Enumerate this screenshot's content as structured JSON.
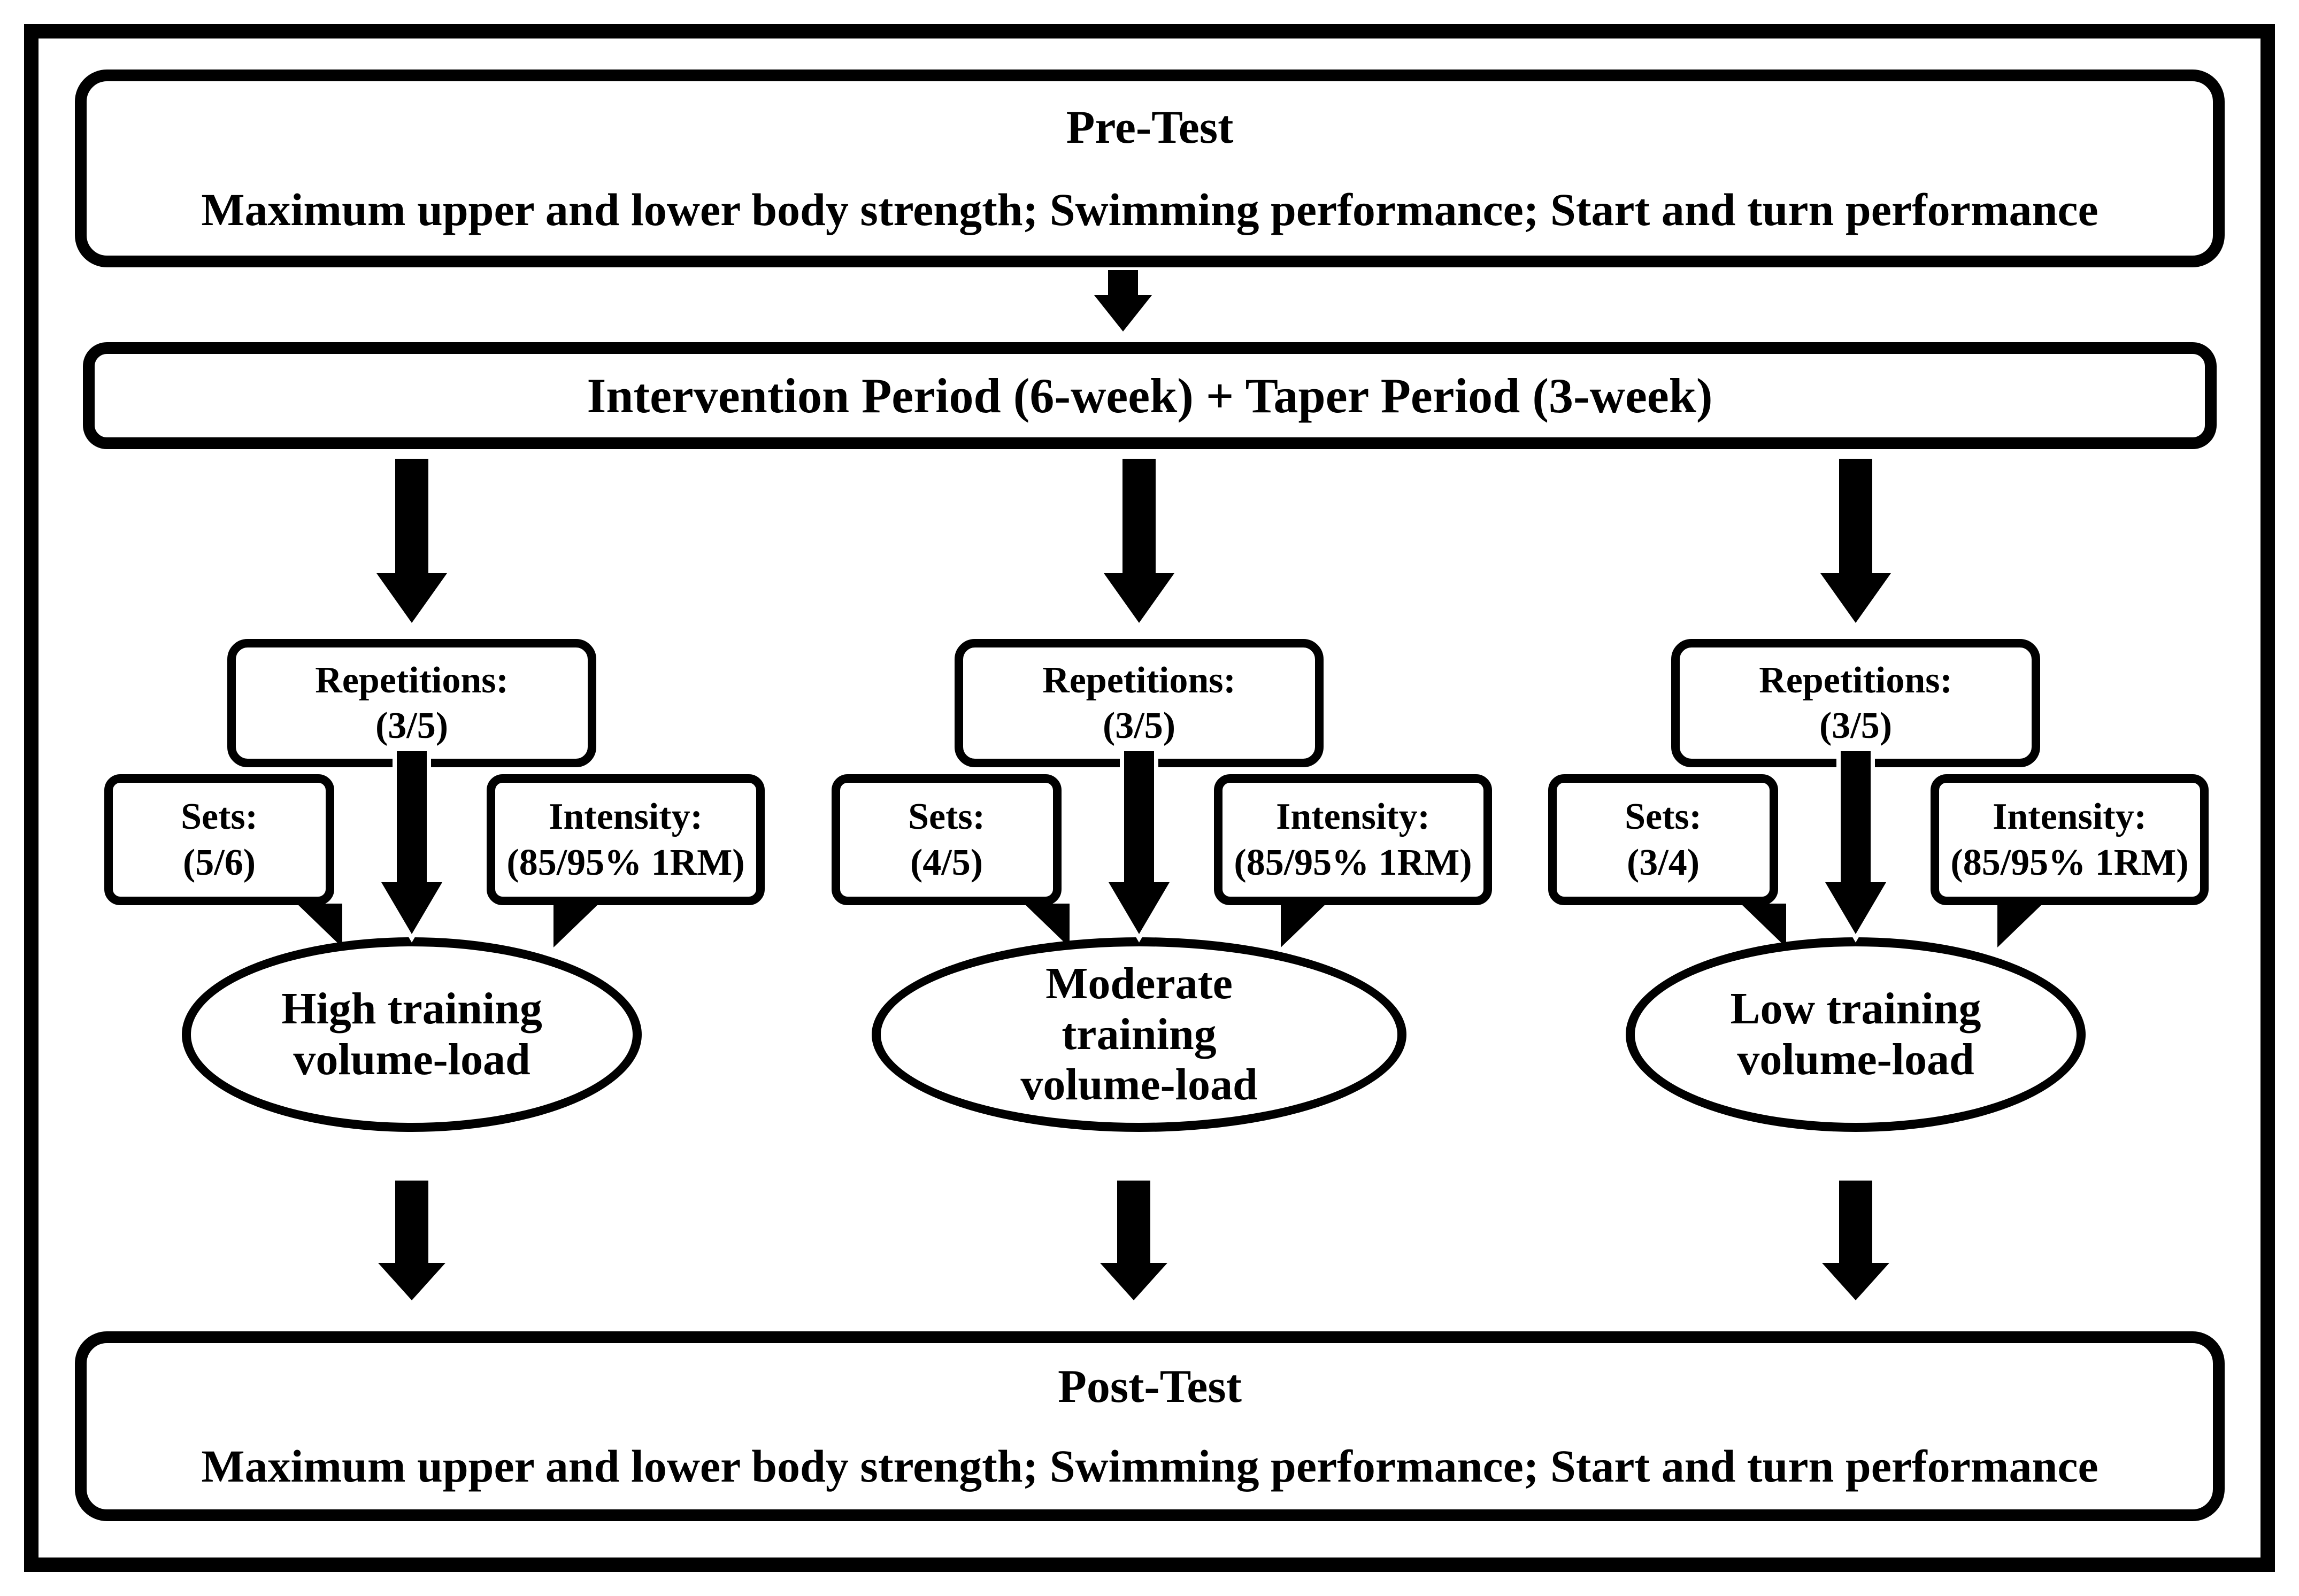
{
  "diagram": {
    "pretest": {
      "title": "Pre-Test",
      "description": "Maximum upper and lower body strength; Swimming performance; Start and turn performance"
    },
    "intervention_label": "Intervention Period (6-week) + Taper Period (3-week)",
    "branches": [
      {
        "name": "high-training-volume-load",
        "repetitions_label": "Repetitions:",
        "repetitions_value": "(3/5)",
        "sets_label": "Sets:",
        "sets_value": "(5/6)",
        "intensity_label": "Intensity:",
        "intensity_value": "(85/95% 1RM)",
        "outcome_lines": [
          "High training",
          "volume-load"
        ]
      },
      {
        "name": "moderate-training-volume-load",
        "repetitions_label": "Repetitions:",
        "repetitions_value": "(3/5)",
        "sets_label": "Sets:",
        "sets_value": "(4/5)",
        "intensity_label": "Intensity:",
        "intensity_value": "(85/95% 1RM)",
        "outcome_lines": [
          "Moderate",
          "training",
          "volume-load"
        ]
      },
      {
        "name": "low-training-volume-load",
        "repetitions_label": "Repetitions:",
        "repetitions_value": "(3/5)",
        "sets_label": "Sets:",
        "sets_value": "(3/4)",
        "intensity_label": "Intensity:",
        "intensity_value": "(85/95% 1RM)",
        "outcome_lines": [
          "Low training",
          "volume-load"
        ]
      }
    ],
    "posttest": {
      "title": "Post-Test",
      "description": "Maximum upper and lower body strength; Swimming performance; Start and turn performance"
    },
    "colors": {
      "ink": "#000000",
      "paper": "#ffffff"
    }
  }
}
